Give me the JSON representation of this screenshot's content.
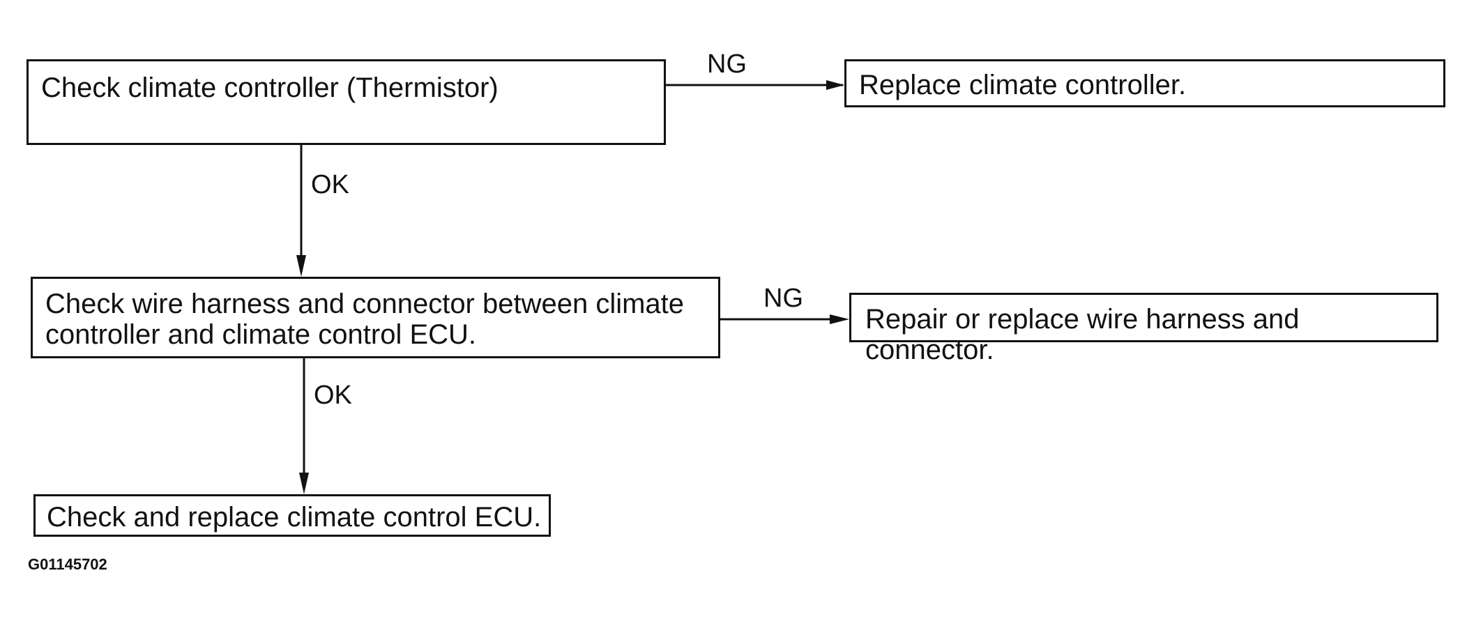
{
  "steps": {
    "check_thermistor": "Check climate controller (Thermistor)",
    "replace_controller": "Replace climate controller.",
    "check_wire_harness": "Check wire harness and connector between climate\ncontroller and climate control ECU.",
    "repair_wire_harness": "Repair or replace wire harness and connector.",
    "replace_ecu": "Check and replace climate control ECU."
  },
  "branch_labels": {
    "ng_1": "NG",
    "ok_1": "OK",
    "ng_2": "NG",
    "ok_2": "OK"
  },
  "figure_id": "G01145702",
  "colors": {
    "line": "#111111",
    "background": "#ffffff"
  }
}
